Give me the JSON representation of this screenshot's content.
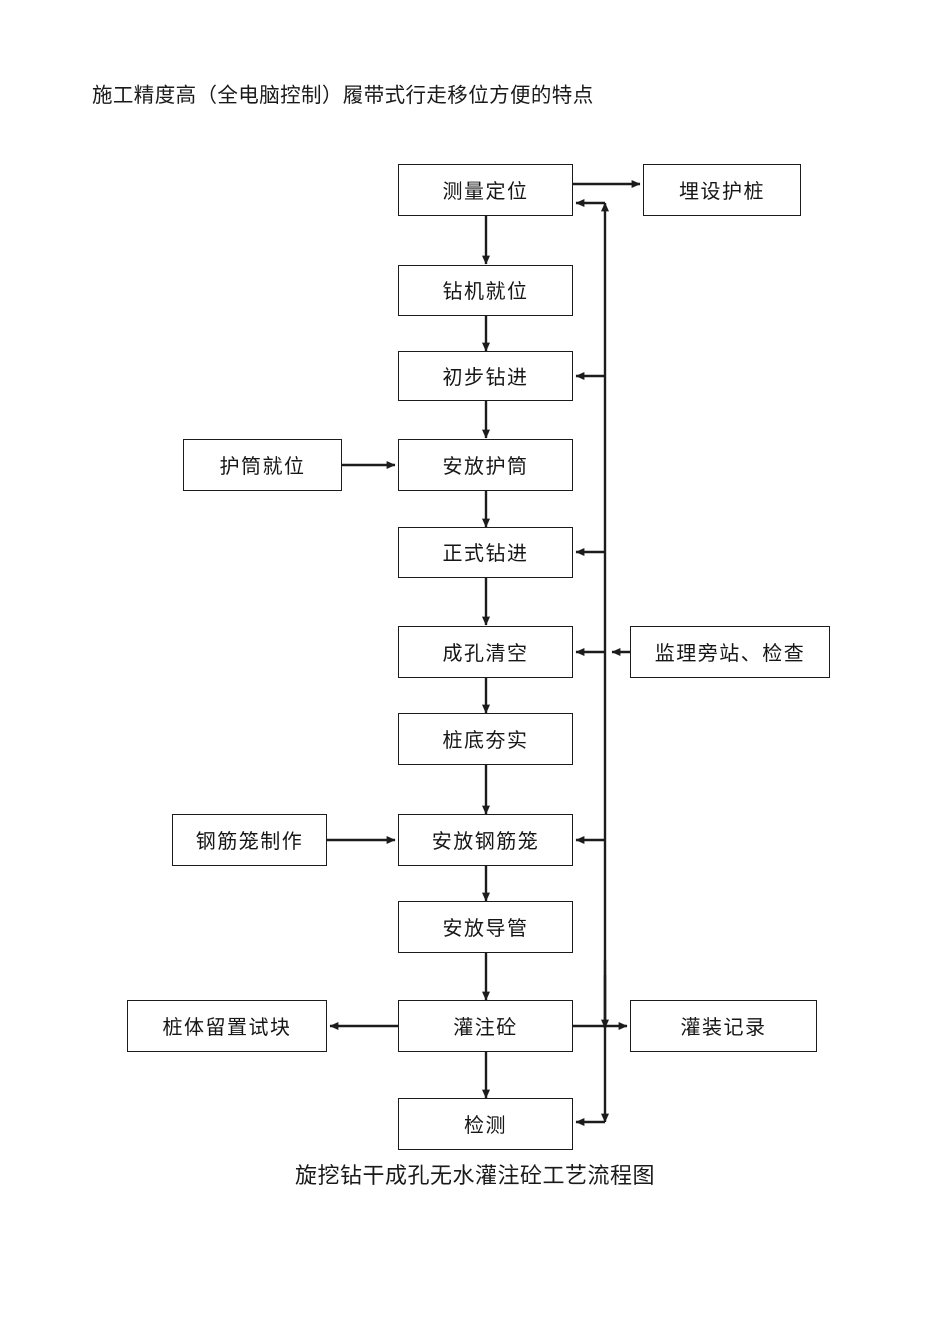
{
  "document": {
    "header_text": "施工精度高（全电脑控制）履带式行走移位方便的特点",
    "caption": "旋挖钻干成孔无水灌注砼工艺流程图",
    "line_color": "#1c1c1c",
    "text_color": "#161616",
    "background": "#ffffff"
  },
  "flowchart": {
    "type": "process-flow-diagram",
    "title": "旋挖钻干成孔无水灌注砼工艺流程图",
    "main_column_nodes": [
      {
        "id": "n1",
        "label": "测量定位"
      },
      {
        "id": "n2",
        "label": "钻机就位"
      },
      {
        "id": "n3",
        "label": "初步钻进"
      },
      {
        "id": "n4",
        "label": "安放护筒"
      },
      {
        "id": "n5",
        "label": "正式钻进"
      },
      {
        "id": "n6",
        "label": "成孔清空"
      },
      {
        "id": "n7",
        "label": "桩底夯实"
      },
      {
        "id": "n8",
        "label": "安放钢筋笼"
      },
      {
        "id": "n9",
        "label": "安放导管"
      },
      {
        "id": "n10",
        "label": "灌注砼"
      },
      {
        "id": "n11",
        "label": "检测"
      }
    ],
    "right_nodes": [
      {
        "id": "r1",
        "label": "埋设护桩"
      },
      {
        "id": "r2",
        "label": "监理旁站、检查"
      },
      {
        "id": "r3",
        "label": "灌装记录"
      }
    ],
    "left_nodes": [
      {
        "id": "l1",
        "label": "护筒就位"
      },
      {
        "id": "l2",
        "label": "钢筋笼制作"
      },
      {
        "id": "l3",
        "label": "桩体留置试块"
      }
    ],
    "edges": [
      {
        "from": "测量定位",
        "to": "钻机就位",
        "direction": "down"
      },
      {
        "from": "钻机就位",
        "to": "初步钻进",
        "direction": "down"
      },
      {
        "from": "初步钻进",
        "to": "安放护筒",
        "direction": "down"
      },
      {
        "from": "安放护筒",
        "to": "正式钻进",
        "direction": "down"
      },
      {
        "from": "正式钻进",
        "to": "成孔清空",
        "direction": "down"
      },
      {
        "from": "成孔清空",
        "to": "桩底夯实",
        "direction": "down"
      },
      {
        "from": "桩底夯实",
        "to": "安放钢筋笼",
        "direction": "down"
      },
      {
        "from": "安放钢筋笼",
        "to": "安放导管",
        "direction": "down"
      },
      {
        "from": "安放导管",
        "to": "灌注砼",
        "direction": "down"
      },
      {
        "from": "灌注砼",
        "to": "检测",
        "direction": "down"
      },
      {
        "from": "测量定位",
        "to": "埋设护桩",
        "direction": "right"
      },
      {
        "from": "护筒就位",
        "to": "安放护筒",
        "direction": "right"
      },
      {
        "from": "监理旁站、检查",
        "to": "成孔清空",
        "direction": "left"
      },
      {
        "from": "钢筋笼制作",
        "to": "安放钢筋笼",
        "direction": "right"
      },
      {
        "from": "灌注砼",
        "to": "桩体留置试块",
        "direction": "left"
      },
      {
        "from": "灌注砼",
        "to": "灌装记录",
        "direction": "right"
      },
      {
        "from": "feedback-bus",
        "to": "测量定位",
        "direction": "up"
      },
      {
        "from": "feedback-bus",
        "to": "初步钻进",
        "direction": "left"
      },
      {
        "from": "feedback-bus",
        "to": "正式钻进",
        "direction": "left"
      },
      {
        "from": "feedback-bus",
        "to": "成孔清空",
        "direction": "left"
      },
      {
        "from": "feedback-bus",
        "to": "安放钢筋笼",
        "direction": "left"
      },
      {
        "from": "feedback-bus",
        "to": "检测",
        "direction": "left"
      }
    ]
  }
}
